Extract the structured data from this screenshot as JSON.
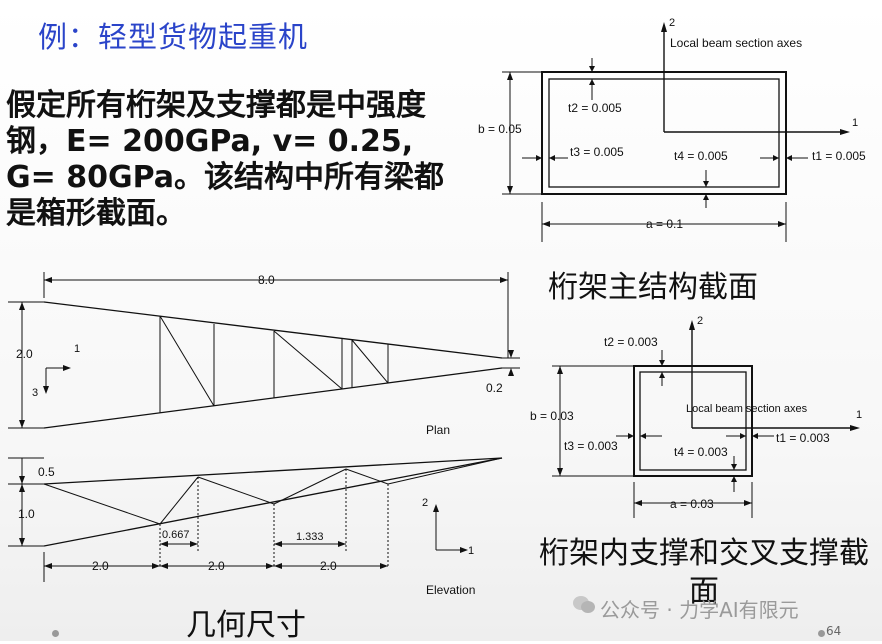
{
  "title": "例：轻型货物起重机",
  "intro": "假定所有桁架及支撑都是中强度钢，E= 200GPa, v= 0.25, G= 80GPa。该结构中所有梁都是箱形截面。",
  "captions": {
    "main_section": "桁架主结构截面",
    "geometry": "几何尺寸",
    "inner_section": "桁架内支撑和交叉支撑截面"
  },
  "main_section_fig": {
    "axis2": "2",
    "axis1": "1",
    "axes_label": "Local beam section axes",
    "t2": "t2 = 0.005",
    "t3": "t3 = 0.005",
    "t4": "t4 = 0.005",
    "t1": "t1 = 0.005",
    "b": "b = 0.05",
    "a": "a = 0.1"
  },
  "inner_section_fig": {
    "axis2": "2",
    "axis1": "1",
    "axes_label": "Local beam section axes",
    "t2": "t2 = 0.003",
    "t3": "t3 = 0.003",
    "t4": "t4 = 0.003",
    "t1": "t1 = 0.003",
    "b": "b = 0.03",
    "a": "a = 0.03"
  },
  "geometry_fig": {
    "length": "8.0",
    "width": "2.0",
    "tip_width": "0.2",
    "plan_label": "Plan",
    "plan_axis1": "1",
    "plan_axis3": "3",
    "top_offset": "0.5",
    "height": "1.0",
    "dim_a": "0.667",
    "dim_b": "1.333",
    "bay1": "2.0",
    "bay2": "2.0",
    "bay3": "2.0",
    "elev_label": "Elevation",
    "elev_axis2": "2",
    "elev_axis1": "1"
  },
  "watermark": "公众号 · 力学AI有限元",
  "page_number": "64"
}
